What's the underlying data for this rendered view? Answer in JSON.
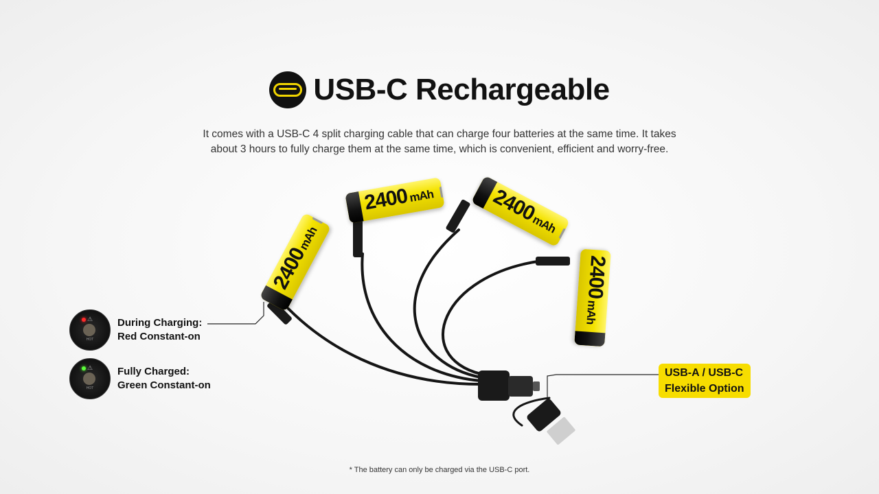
{
  "header": {
    "title": "USB-C Rechargeable",
    "icon": "usb-c-port-icon",
    "accent": "#f2d600"
  },
  "description": [
    "It comes with a USB-C 4 split charging cable that can charge four batteries at the same time. It takes",
    "about 3 hours to fully charge them at the same time, which is convenient, efficient and worry-free."
  ],
  "batteries": [
    {
      "capacity": "2400",
      "unit": "mAh"
    },
    {
      "capacity": "2400",
      "unit": "mAh"
    },
    {
      "capacity": "2400",
      "unit": "mAh"
    },
    {
      "capacity": "2400",
      "unit": "mAh"
    }
  ],
  "indicators": [
    {
      "line1": "During Charging:",
      "line2": "Red Constant-on",
      "led_color": "#ff2a2a"
    },
    {
      "line1": "Fully Charged:",
      "line2": "Green Constant-on",
      "led_color": "#5cff3a"
    }
  ],
  "led_button_label": "HOT",
  "connector_tag": {
    "line1": "USB-A / USB-C",
    "line2": "Flexible Option",
    "color": "#f7dd00"
  },
  "footnote": "* The battery can only be charged via the USB-C port."
}
